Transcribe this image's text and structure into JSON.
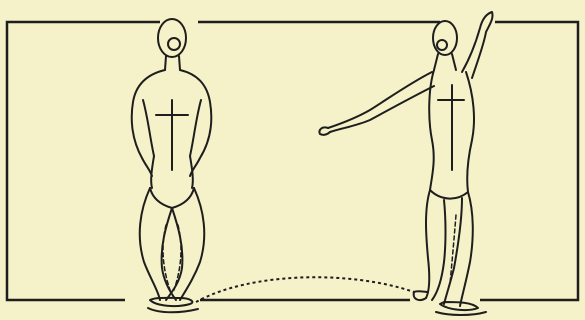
{
  "illustration": {
    "figures": [
      {
        "name": "dancer-back-view-left",
        "icon": "figure-back-view"
      },
      {
        "name": "dancer-arabesque-right",
        "icon": "figure-arm-raised"
      }
    ],
    "motion_path": {
      "icon": "dotted-arc",
      "style": "dotted"
    }
  },
  "colors": {
    "paper": "#f5f1c8",
    "ink": "#1e1e1e"
  }
}
